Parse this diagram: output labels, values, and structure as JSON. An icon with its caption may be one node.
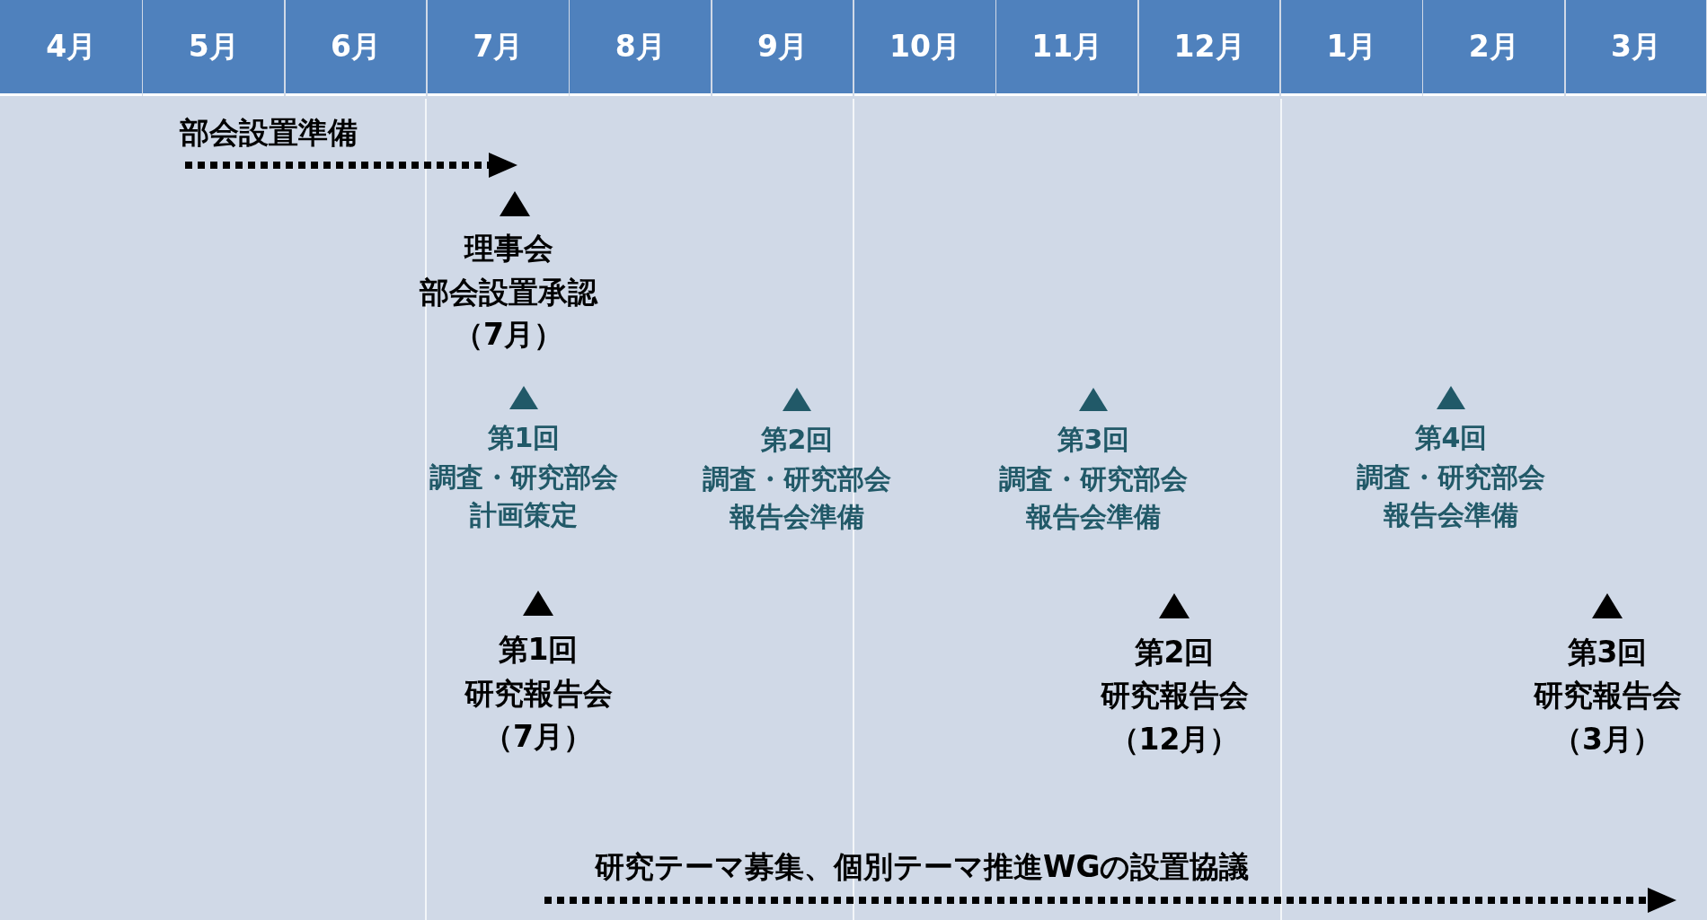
{
  "diagram": {
    "labels": [
      "4月",
      "5月",
      "6月",
      "7月",
      "8月",
      "9月",
      "10月",
      "11月",
      "12月",
      "1月",
      "2月",
      "3月",
      "部会設置準備",
      "理事会",
      "部会設置承認",
      "（7月）",
      "第1回",
      "調査・研究部会",
      "計画策定",
      "第2回",
      "調査・研究部会",
      "報告会準備",
      "第3回",
      "調査・研究部会",
      "報告会準備",
      "第4回",
      "調査・研究部会",
      "報告会準備",
      "第1回",
      "研究報告会",
      "（7月）",
      "第2回",
      "研究報告会",
      "（12月）",
      "第3回",
      "研究報告会",
      "（3月）",
      "研究テーマ募集、個別テーマ推進WGの設置協議"
    ]
  }
}
